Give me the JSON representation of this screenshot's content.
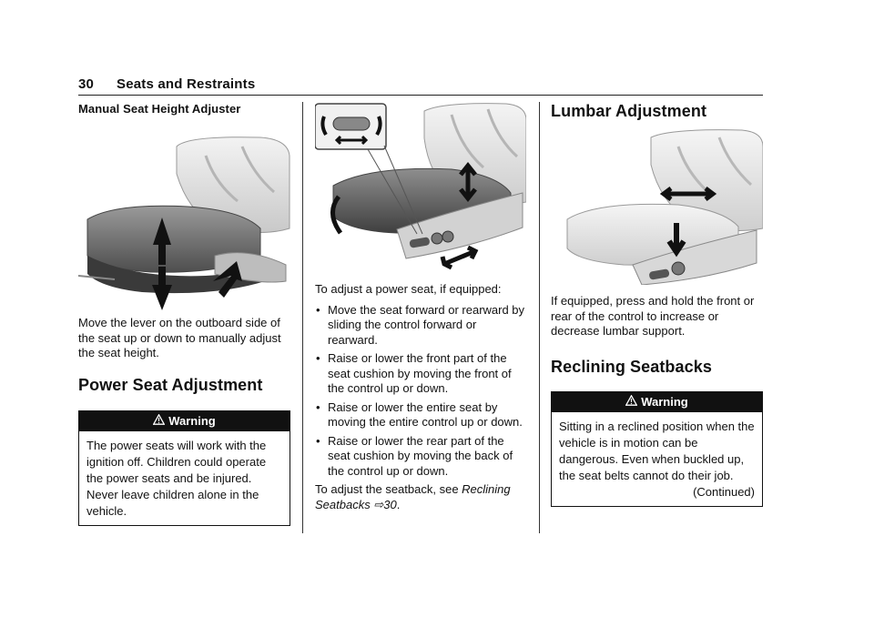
{
  "header": {
    "page_number": "30",
    "section": "Seats and Restraints"
  },
  "left": {
    "manual_title": "Manual Seat Height Adjuster",
    "manual_text": "Move the lever on the outboard side of the seat up or down to manually adjust the seat height.",
    "power_title": "Power Seat Adjustment",
    "warning_label": "Warning",
    "warning_text": "The power seats will work with the ignition off. Children could operate the power seats and be injured. Never leave children alone in the vehicle."
  },
  "middle": {
    "intro": "To adjust a power seat, if equipped:",
    "bullet_glyph": "•",
    "bullets": [
      "Move the seat forward or rearward by sliding the control forward or rearward.",
      "Raise or lower the front part of the seat cushion by moving the front of the control up or down.",
      "Raise or lower the entire seat by moving the entire control up or down.",
      "Raise or lower the rear part of the seat cushion by moving the back of the control up or down."
    ],
    "seatback_prefix": "To adjust the seatback, see ",
    "seatback_link": "Reclining Seatbacks",
    "seatback_ref_arrow": "⇨",
    "seatback_page": "30",
    "seatback_suffix": "."
  },
  "right": {
    "lumbar_title": "Lumbar Adjustment",
    "lumbar_text": "If equipped, press and hold the front or rear of the control to increase or decrease lumbar support.",
    "reclining_title": "Reclining Seatbacks",
    "warning_label": "Warning",
    "warning_text": "Sitting in a reclined position when the vehicle is in motion can be dangerous. Even when buckled up, the seat belts cannot do their job.",
    "continued": "(Continued)"
  },
  "icons": {
    "warning": "warning-triangle-icon"
  }
}
